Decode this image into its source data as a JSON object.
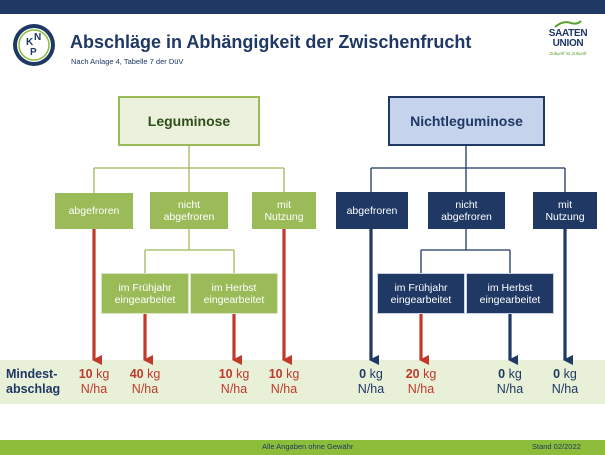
{
  "header": {
    "title": "Abschläge in Abhängigkeit der Zwischenfrucht",
    "subtitle": "Nach Anlage 4, Tabelle 7 der DüV",
    "logo_text": "KNP",
    "brand_line1": "SAATEN",
    "brand_line2": "UNION",
    "brand_tagline": "Zukunft ist Zukunft"
  },
  "tree": {
    "leguminose": {
      "root": "Leguminose",
      "abgefroren": "abgefroren",
      "nicht_abgefroren_l1": "nicht",
      "nicht_abgefroren_l2": "abgefroren",
      "mit_nutzung_l1": "mit",
      "mit_nutzung_l2": "Nutzung",
      "fruehjahr_l1": "im Frühjahr",
      "fruehjahr_l2": "eingearbeitet",
      "herbst_l1": "im Herbst",
      "herbst_l2": "eingearbeitet"
    },
    "nichtleguminose": {
      "root": "Nichtleguminose",
      "abgefroren": "abgefroren",
      "nicht_abgefroren_l1": "nicht",
      "nicht_abgefroren_l2": "abgefroren",
      "mit_nutzung_l1": "mit",
      "mit_nutzung_l2": "Nutzung",
      "fruehjahr_l1": "im Frühjahr",
      "fruehjahr_l2": "eingearbeitet",
      "herbst_l1": "im Herbst",
      "herbst_l2": "eingearbeitet"
    }
  },
  "mindestabschlag": {
    "label_l1": "Mindest-",
    "label_l2": "abschlag",
    "unit_kg": "kg",
    "unit_nha": "N/ha",
    "values": [
      {
        "id": "leg-abgefroren",
        "value": "10",
        "color": "#c0392b"
      },
      {
        "id": "leg-fruehjahr",
        "value": "40",
        "color": "#c0392b"
      },
      {
        "id": "leg-herbst",
        "value": "10",
        "color": "#c0392b"
      },
      {
        "id": "leg-nutzung",
        "value": "10",
        "color": "#c0392b"
      },
      {
        "id": "nleg-abgefroren",
        "value": "0",
        "color": "#1f3864"
      },
      {
        "id": "nleg-fruehjahr",
        "value": "20",
        "color": "#c0392b"
      },
      {
        "id": "nleg-herbst",
        "value": "0",
        "color": "#1f3864"
      },
      {
        "id": "nleg-nutzung",
        "value": "0",
        "color": "#1f3864"
      }
    ]
  },
  "footer": {
    "disclaimer": "Alle Angaben ohne Gewähr",
    "stand": "Stand 02/2022"
  },
  "colors": {
    "navy": "#1f3864",
    "green": "#9bbb59",
    "red_arrow": "#c0392b",
    "footer_green": "#8bbd3a"
  }
}
